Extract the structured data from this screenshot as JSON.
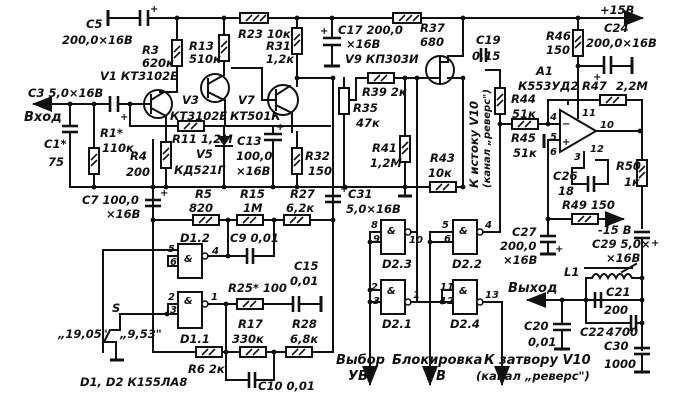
{
  "title": "Schematic: oscillator / amplifier with speed switching",
  "power": {
    "plus": "+15В",
    "minus": "-15 В"
  },
  "io": {
    "input": "Вход",
    "output": "Выход",
    "select": [
      "Выбор",
      "УВ"
    ],
    "block": [
      "Блокировка",
      "УВ"
    ],
    "gate": [
      "К затвору V10",
      "(канал „реверс\")"
    ],
    "source": [
      "К истоку V10",
      "(канал „реверс\")"
    ]
  },
  "switch": {
    "name": "S",
    "pos1": "„19,05\"",
    "pos2": "„9,53\""
  },
  "note": "D1, D2  К155ЛА8",
  "components": {
    "C5": {
      "ref": "C5",
      "value": "200,0×16В"
    },
    "C3": {
      "ref": "C3",
      "value": "5,0×16В"
    },
    "C1": {
      "ref": "C1*",
      "value": "75"
    },
    "C7": {
      "ref": "C7",
      "value": "100,0",
      "value2": "×16В"
    },
    "C13": {
      "ref": "C13",
      "value": "100,0",
      "value2": "×16В"
    },
    "C17": {
      "ref": "C17",
      "value": "200,0",
      "value2": "×16В"
    },
    "C19": {
      "ref": "C19",
      "value": "0,15"
    },
    "C24": {
      "ref": "C24",
      "value": "200,0×16В"
    },
    "C26": {
      "ref": "C26",
      "value": "18"
    },
    "C27": {
      "ref": "C27",
      "value": "200,0",
      "value2": "×16В"
    },
    "C29": {
      "ref": "C29",
      "value": "5,0×",
      "value2": "×16В"
    },
    "C31": {
      "ref": "C31",
      "value": "5,0×16В"
    },
    "C9": {
      "ref": "C9",
      "value": "0,01"
    },
    "C10": {
      "ref": "C10",
      "value": "0,01"
    },
    "C15": {
      "ref": "C15",
      "value": "0,01"
    },
    "C20": {
      "ref": "C20",
      "value": "0,01"
    },
    "C21": {
      "ref": "C21",
      "value": "200"
    },
    "C22": {
      "ref": "C22",
      "value": "4700"
    },
    "C30": {
      "ref": "C30",
      "value": "1000"
    },
    "R1": {
      "ref": "R1*",
      "value": "110к"
    },
    "R3": {
      "ref": "R3",
      "value": "620к"
    },
    "R4": {
      "ref": "R4",
      "value": "200"
    },
    "R5": {
      "ref": "R5",
      "value": "820"
    },
    "R6": {
      "ref": "R6",
      "value": "2к"
    },
    "R11": {
      "ref": "R11",
      "value": "1,2М"
    },
    "R13": {
      "ref": "R13",
      "value": "510к"
    },
    "R15": {
      "ref": "R15",
      "value": "1М"
    },
    "R17": {
      "ref": "R17",
      "value": "330к"
    },
    "R23": {
      "ref": "R23",
      "value": "10к"
    },
    "R25": {
      "ref": "R25*",
      "value": "100"
    },
    "R27": {
      "ref": "R27",
      "value": "6,2к"
    },
    "R28": {
      "ref": "R28",
      "value": "6,8к"
    },
    "R31": {
      "ref": "R31",
      "value": "1,2к"
    },
    "R32": {
      "ref": "R32",
      "value": "150"
    },
    "R35": {
      "ref": "R35",
      "value": "47к"
    },
    "R37": {
      "ref": "R37",
      "value": "680"
    },
    "R39": {
      "ref": "R39",
      "value": "2к"
    },
    "R41": {
      "ref": "R41",
      "value": "1,2М"
    },
    "R43": {
      "ref": "R43",
      "value": "10к"
    },
    "R44": {
      "ref": "R44",
      "value": "51к"
    },
    "R45": {
      "ref": "R45",
      "value": "51к"
    },
    "R46": {
      "ref": "R46",
      "value": "150"
    },
    "R47": {
      "ref": "R47",
      "value": "2,2М"
    },
    "R49": {
      "ref": "R49",
      "value": "150"
    },
    "R50": {
      "ref": "R50",
      "value": "1к"
    },
    "V1": {
      "ref": "V1",
      "value": "КТ3102Е"
    },
    "V3": {
      "ref": "V3",
      "value": "КТ3102Е"
    },
    "V5": {
      "ref": "V5",
      "value": "КД521Г"
    },
    "V7": {
      "ref": "V7",
      "value": "КТ501К"
    },
    "V9": {
      "ref": "V9",
      "value": "КП303И"
    },
    "A1": {
      "ref": "А1",
      "value": "К553УД2"
    },
    "L1": {
      "ref": "L1"
    }
  },
  "gates": {
    "D1_2": {
      "ref": "D1.2",
      "sym": "&",
      "pins": [
        "5",
        "6",
        "4"
      ]
    },
    "D1_1": {
      "ref": "D1.1",
      "sym": "&",
      "pins": [
        "2",
        "3",
        "1"
      ]
    },
    "D2_3": {
      "ref": "D2.3",
      "sym": "&",
      "pins": [
        "8",
        "9",
        "10"
      ]
    },
    "D2_2": {
      "ref": "D2.2",
      "sym": "&",
      "pins": [
        "5",
        "6",
        "4"
      ]
    },
    "D2_1": {
      "ref": "D2.1",
      "sym": "&",
      "pins": [
        "2",
        "3",
        "1"
      ]
    },
    "D2_4": {
      "ref": "D2.4",
      "sym": "&",
      "pins": [
        "11",
        "12",
        "13"
      ]
    }
  },
  "opamp_pins": {
    "inv": "4",
    "noninv": "5",
    "p6": "6",
    "out": "10",
    "p11": "11",
    "p3": "3",
    "p12": "12"
  }
}
